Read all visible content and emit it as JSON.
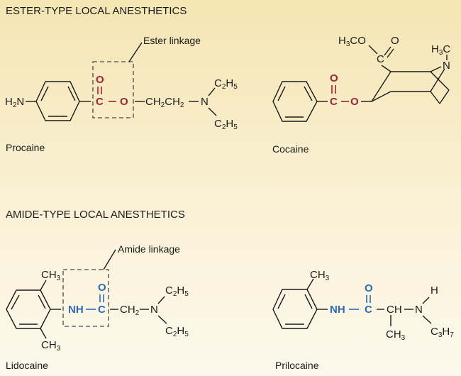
{
  "sections": {
    "ester": {
      "title": "ESTER-TYPE LOCAL ANESTHETICS",
      "linkage_label": "Ester linkage"
    },
    "amide": {
      "title": "AMIDE-TYPE LOCAL ANESTHETICS",
      "linkage_label": "Amide linkage"
    }
  },
  "compounds": {
    "procaine": {
      "name": "Procaine",
      "atoms": {
        "amine": "H",
        "amine_sub": "2",
        "amine_n": "N",
        "carbonyl_o": "O",
        "carbonyl_c": "C",
        "ester_o": "O",
        "chain": "CH",
        "chain_sub1": "2",
        "chain2": "CH",
        "chain_sub2": "2",
        "n": "N",
        "ethyl_c": "C",
        "ethyl_sub1": "2",
        "ethyl_h": "H",
        "ethyl_sub2": "5"
      }
    },
    "cocaine": {
      "name": "Cocaine",
      "atoms": {
        "carbonyl_o": "O",
        "carbonyl_c": "C",
        "ester_o": "O",
        "methoxy_h": "H",
        "methoxy_sub": "3",
        "methoxy_co": "CO",
        "ester2_c": "C",
        "ester2_o": "O",
        "methyl_h": "H",
        "methyl_sub": "3",
        "methyl_c": "C",
        "n": "N"
      }
    },
    "lidocaine": {
      "name": "Lidocaine",
      "atoms": {
        "methyl": "CH",
        "methyl_sub": "3",
        "nh": "NH",
        "carbonyl_o": "O",
        "carbonyl_c": "C",
        "chain": "CH",
        "chain_sub": "2",
        "n": "N",
        "ethyl_c": "C",
        "ethyl_sub1": "2",
        "ethyl_h": "H",
        "ethyl_sub2": "5"
      }
    },
    "prilocaine": {
      "name": "Prilocaine",
      "atoms": {
        "methyl": "CH",
        "methyl_sub": "3",
        "nh": "NH",
        "carbonyl_o": "O",
        "carbonyl_c": "C",
        "ch": "CH",
        "n": "N",
        "h": "H",
        "propyl_c": "C",
        "propyl_sub1": "3",
        "propyl_h": "H",
        "propyl_sub2": "7"
      }
    }
  },
  "colors": {
    "ester_highlight": "#9b2335",
    "amide_highlight": "#2a6bb5",
    "background_top": "#f5e5b4",
    "background_bottom": "#fdf8ec"
  }
}
